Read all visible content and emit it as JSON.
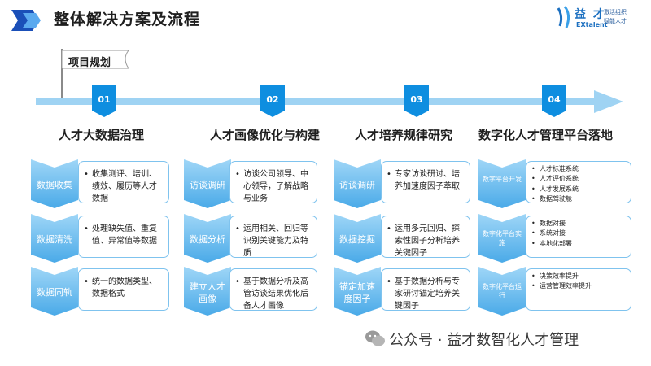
{
  "header": {
    "title": "整体解决方案及流程",
    "logo_cn": "益 才",
    "logo_en": "EXtalent",
    "logo_slogan_1": "激活组织",
    "logo_slogan_2": "赋能人才"
  },
  "flag_label": "项目规划",
  "colors": {
    "accent": "#0e8ee0",
    "arrow": "#9fd3f3",
    "chevron_top": "#9fd6f7",
    "chevron_bottom": "#4aaae8",
    "card_border": "#7fc3ee"
  },
  "steps": [
    {
      "num": "01",
      "title": "人才大数据治理",
      "rows": [
        {
          "label": "数据收集",
          "items": [
            "收集测评、培训、绩效、履历等人才数据"
          ]
        },
        {
          "label": "数据清洗",
          "items": [
            "处理缺失值、重复值、异常值等数据"
          ]
        },
        {
          "label": "数据同轨",
          "items": [
            "统一的数据类型、数据格式"
          ]
        }
      ]
    },
    {
      "num": "02",
      "title": "人才画像优化与构建",
      "rows": [
        {
          "label": "访谈调研",
          "items": [
            "访谈公司领导、中心领导，了解战略与业务"
          ]
        },
        {
          "label": "数据分析",
          "items": [
            "运用相关、回归等识别关键能力及特质"
          ]
        },
        {
          "label": "建立人才画像",
          "items": [
            "基于数据分析及高管访谈结果优化后备人才画像"
          ]
        }
      ]
    },
    {
      "num": "03",
      "title": "人才培养规律研究",
      "rows": [
        {
          "label": "访谈调研",
          "items": [
            "专家访谈研讨、培养加速度因子萃取"
          ]
        },
        {
          "label": "数据挖掘",
          "items": [
            "运用多元回归、探索性因子分析培养关键因子"
          ]
        },
        {
          "label": "锚定加速度因子",
          "items": [
            "基于数据分析与专家研讨锚定培养关键因子"
          ]
        }
      ]
    },
    {
      "num": "04",
      "title": "数字化人才管理平台落地",
      "rows": [
        {
          "label": "数字平台开发",
          "items": [
            "人才标准系统",
            "人才评价系统",
            "人才发展系统",
            "数据驾驶舱"
          ]
        },
        {
          "label": "数字化平台实施",
          "items": [
            "数据对接",
            "系统对接",
            "本地化部署"
          ]
        },
        {
          "label": "数字化平台运行",
          "items": [
            "决策效率提升",
            "运营管理效率提升"
          ]
        }
      ]
    }
  ],
  "watermark": "公众号 · 益才数智化人才管理"
}
